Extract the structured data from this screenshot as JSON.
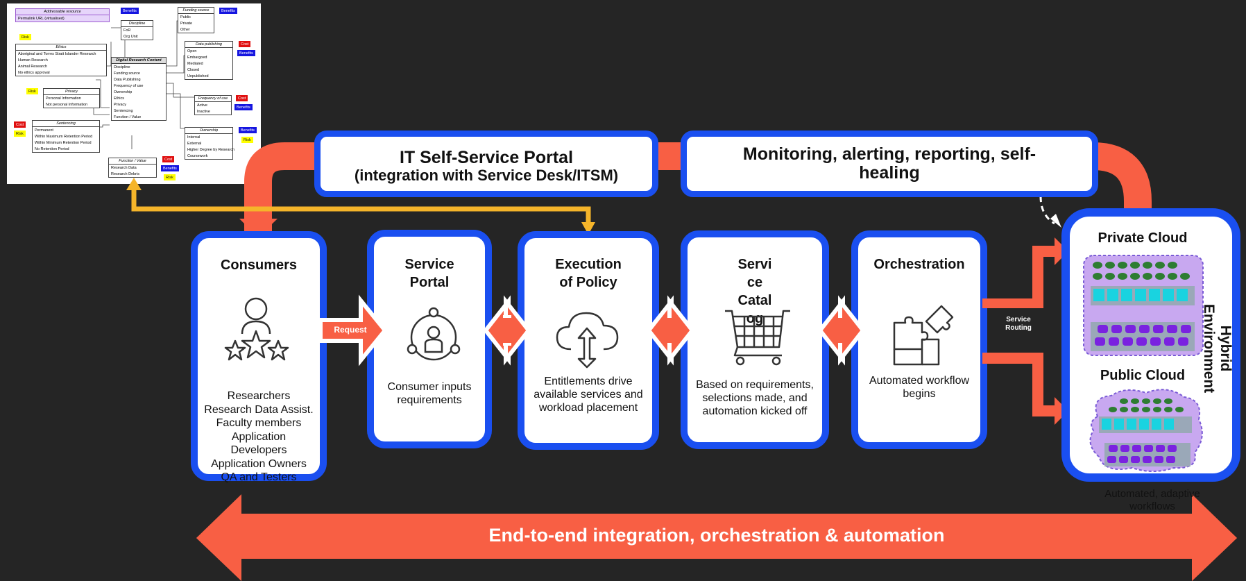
{
  "top_bars": {
    "portal_line1": "IT Self-Service Portal",
    "portal_line2": "(integration with Service Desk/ITSM)",
    "monitoring": "Monitoring, alerting, reporting, self-healing"
  },
  "stages": [
    {
      "title": "Consumers",
      "desc": "Researchers\nResearch Data Assist.\nFaculty members\nApplication Developers\nApplication Owners\nQA and Testers"
    },
    {
      "title": "Service Portal",
      "desc": "Consumer inputs requirements"
    },
    {
      "title": "Execution of Policy",
      "desc": "Entitlements drive available services and workload placement"
    },
    {
      "title": "Servi ce Catal og",
      "desc": "Based on requirements, selections made, and automation kicked off"
    },
    {
      "title": "Orchestration",
      "desc": "Automated workflow begins"
    }
  ],
  "request_label": "Request",
  "service_routing": "Service Routing",
  "hybrid": {
    "private": "Private Cloud",
    "public": "Public Cloud",
    "vertical": "Hybrid Environment",
    "caption": "Automated, adaptive workflows"
  },
  "bottom_banner": "End-to-end integration, orchestration & automation",
  "colors": {
    "blue": "#1a4ff0",
    "coral": "#f85f44",
    "yellow": "#f5b52a",
    "purple": "#c8a8f0"
  },
  "mini_diagram": {
    "addressable": {
      "title": "Addressable resource",
      "row": "Permalink URL (virtualised)"
    },
    "discipline": {
      "title": "Discipline",
      "rows": [
        "FoR",
        "Org Unit"
      ]
    },
    "funding": {
      "title": "Funding source",
      "rows": [
        "Public",
        "Private",
        "Other"
      ]
    },
    "publishing": {
      "title": "Data publishing",
      "rows": [
        "Open",
        "Embargoed",
        "Mediated",
        "Closed",
        "Unpublished"
      ]
    },
    "ethics": {
      "title": "Ethics",
      "rows": [
        "Aboriginal and Torres Strait Islander Research",
        "Human Research",
        "Animal Research",
        "No ethics approval"
      ]
    },
    "drc": {
      "title": "Digital Research Content",
      "rows": [
        "Discipline",
        "Funding source",
        "Data Publishing",
        "Frequency of use",
        "Ownership",
        "Ethics",
        "Privacy",
        "Sentencing",
        "Function / Value"
      ]
    },
    "privacy": {
      "title": "Privacy",
      "rows": [
        "Personal Information",
        "Not personal Information"
      ]
    },
    "frequency": {
      "title": "Frequency of use",
      "rows": [
        "Active",
        "Inactive"
      ]
    },
    "sentencing": {
      "title": "Sentencing",
      "rows": [
        "Permanent",
        "Within Maximum Retention Period",
        "Within Minimum Retention Period",
        "No Retention Period"
      ]
    },
    "ownership": {
      "title": "Ownership",
      "rows": [
        "Internal",
        "External",
        "Higher Degree by Research",
        "Coursework"
      ]
    },
    "function": {
      "title": "Function / Value",
      "rows": [
        "Research Data",
        "Research Debris"
      ]
    },
    "tags": {
      "benefits": "Benefits",
      "cost": "Cost",
      "risk": "Risk"
    }
  }
}
